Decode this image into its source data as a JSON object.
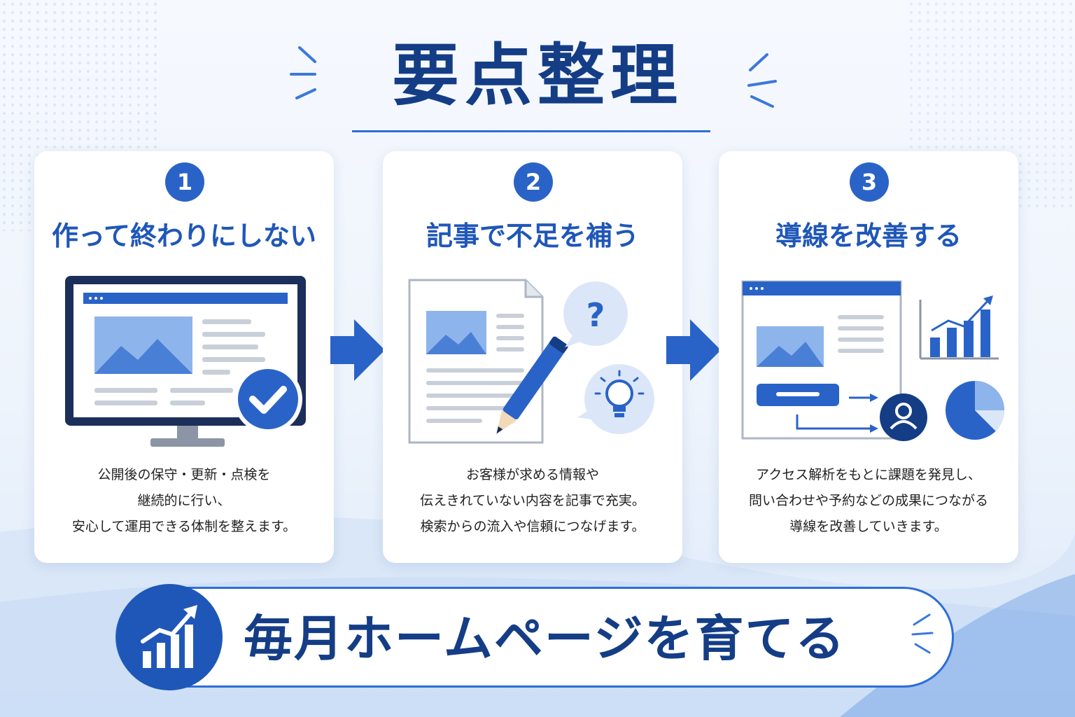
{
  "title": "要点整理",
  "cards": [
    {
      "number": "1",
      "heading": "作って終わりにしない",
      "lines": [
        "公開後の保守・更新・点検を",
        "継続的に行い、",
        "安心して運用できる体制を整えます。"
      ],
      "illustration": "monitor-check-icon"
    },
    {
      "number": "2",
      "heading": "記事で不足を補う",
      "lines": [
        "お客様が求める情報や",
        "伝えきれていない内容を記事で充実。",
        "検索からの流入や信頼につなげます。"
      ],
      "illustration": "document-pencil-icon",
      "question_mark": "?"
    },
    {
      "number": "3",
      "heading": "導線を改善する",
      "lines": [
        "アクセス解析をもとに課題を発見し、",
        "問い合わせや予約などの成果につながる",
        "導線を改善していきます。"
      ],
      "illustration": "analytics-icon"
    }
  ],
  "banner": {
    "text": "毎月ホームページを育てる",
    "icon": "growth-chart-icon"
  },
  "colors": {
    "navy": "#143d86",
    "blue": "#2a63c8",
    "light_blue": "#8eb4ec",
    "pale_blue": "#dbe7f8",
    "gray": "#c9cfd8"
  }
}
